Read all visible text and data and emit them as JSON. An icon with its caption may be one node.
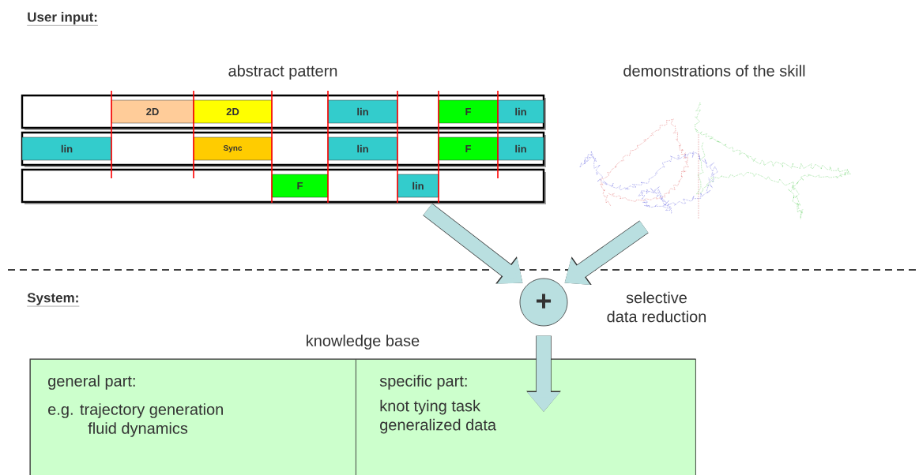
{
  "diagram": {
    "nodes": [
      {
        "text": [
          "abstract pattern"
        ]
      },
      {
        "text": [
          "2D"
        ],
        "in": 0
      },
      {
        "text": [
          "2D"
        ],
        "in": 0
      },
      {
        "text": [
          "lin"
        ],
        "in": 0
      },
      {
        "text": [
          "F"
        ],
        "in": 0
      },
      {
        "text": [
          "lin"
        ],
        "in": 0
      },
      {
        "text": [
          "lin"
        ],
        "in": 0
      },
      {
        "text": [
          "Sync"
        ],
        "in": 0
      },
      {
        "text": [
          "lin"
        ],
        "in": 0
      },
      {
        "text": [
          "F"
        ],
        "in": 0
      },
      {
        "text": [
          "lin"
        ],
        "in": 0
      },
      {
        "text": [
          "F"
        ],
        "in": 0
      },
      {
        "text": [
          "lin"
        ],
        "in": 0
      },
      {
        "text": [
          "demonstrations of the skill"
        ]
      },
      {
        "text": [
          "+"
        ],
        "beside": [
          "selective data reduction"
        ]
      },
      {
        "text": [
          "knowledge base"
        ]
      },
      {
        "text": [
          "general part:",
          "e.g. trajectory generation fluid dynamics"
        ],
        "in": 15
      },
      {
        "text": [
          "specific part:",
          "knot tying task generalized data"
        ],
        "in": 15
      }
    ],
    "edges": [
      {
        "from": 0,
        "to": 14,
        "arrow": "to"
      },
      {
        "from": 13,
        "to": 14,
        "arrow": "to"
      },
      {
        "from": 14,
        "to": 17,
        "arrow": "to"
      }
    ],
    "labels": [
      "User input:",
      "System:"
    ]
  }
}
